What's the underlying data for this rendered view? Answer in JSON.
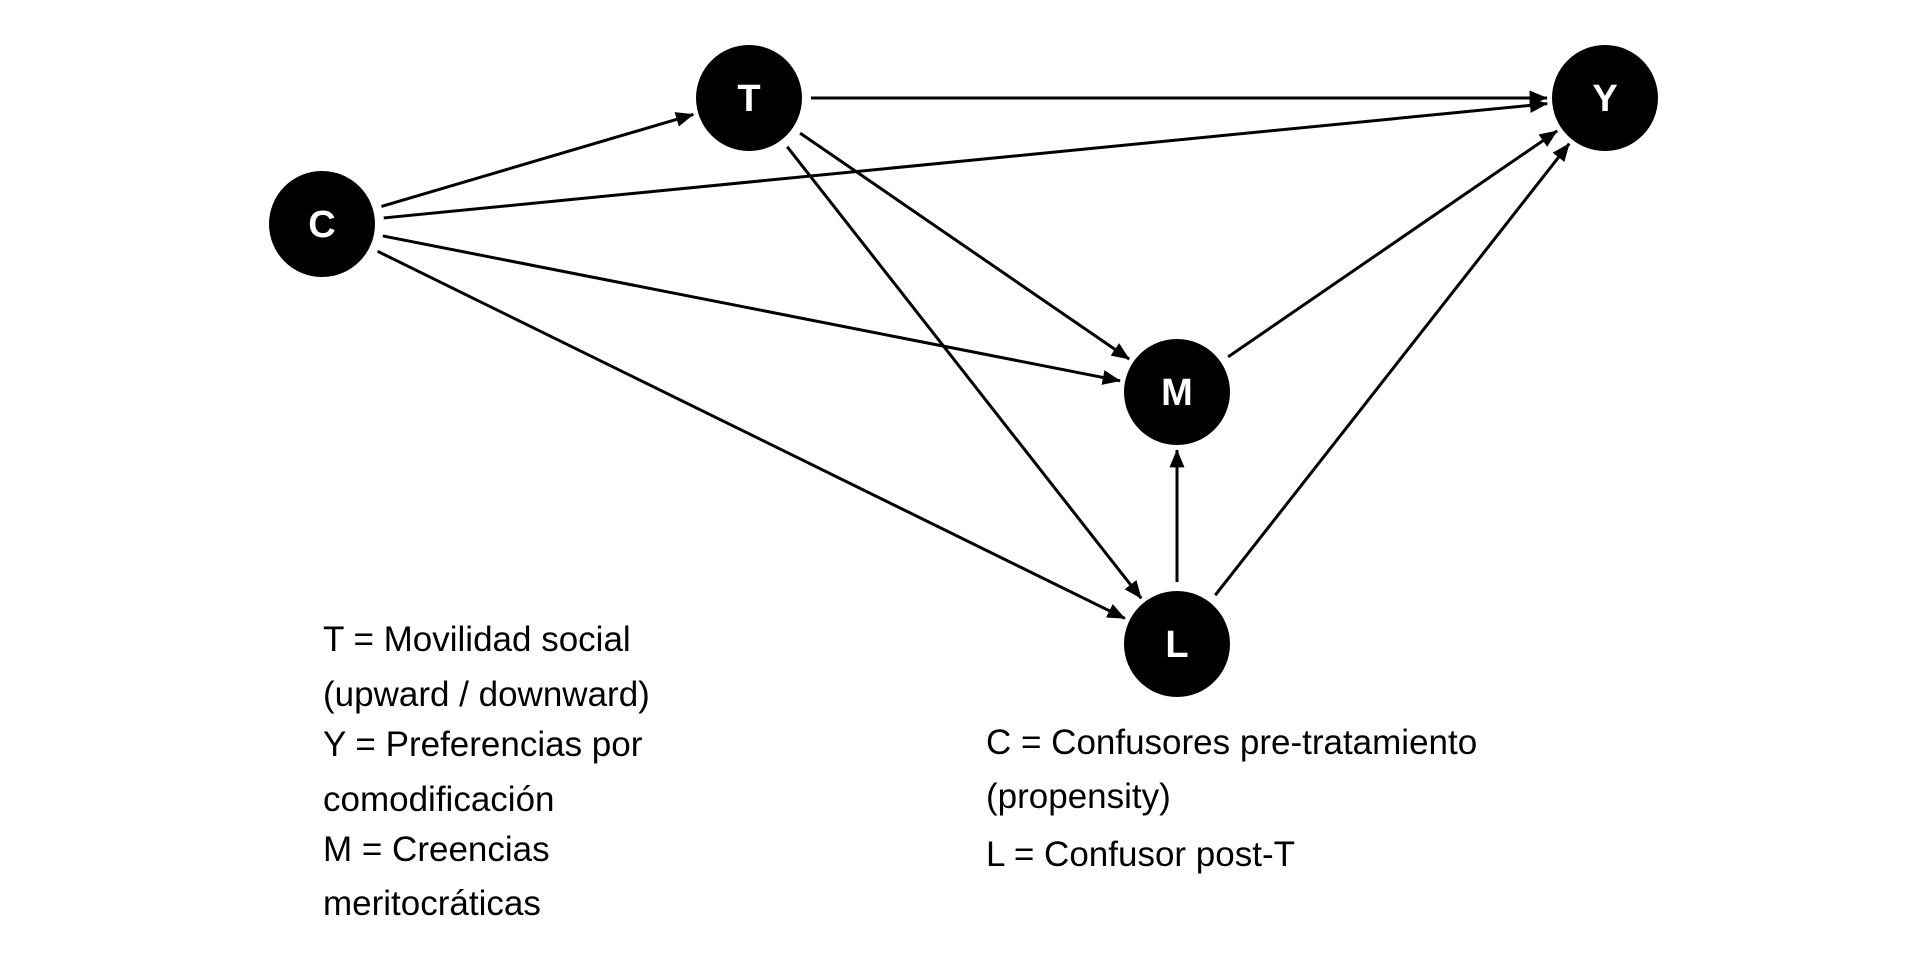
{
  "colors": {
    "node_fill": "#000000",
    "node_text": "#ffffff",
    "edge": "#000000",
    "text": "#000000",
    "background": "#ffffff"
  },
  "nodes": [
    {
      "id": "C",
      "label": "C"
    },
    {
      "id": "T",
      "label": "T"
    },
    {
      "id": "Y",
      "label": "Y"
    },
    {
      "id": "M",
      "label": "M"
    },
    {
      "id": "L",
      "label": "L"
    }
  ],
  "edges": [
    {
      "from": "C",
      "to": "T"
    },
    {
      "from": "C",
      "to": "Y"
    },
    {
      "from": "C",
      "to": "M"
    },
    {
      "from": "C",
      "to": "L"
    },
    {
      "from": "T",
      "to": "Y"
    },
    {
      "from": "T",
      "to": "M"
    },
    {
      "from": "T",
      "to": "L"
    },
    {
      "from": "L",
      "to": "M"
    },
    {
      "from": "M",
      "to": "Y"
    },
    {
      "from": "L",
      "to": "Y"
    }
  ],
  "legend_left": {
    "lines": [
      "T = Movilidad social",
      "(upward / downward)",
      "Y = Preferencias por",
      "comodificación",
      "M = Creencias",
      "meritocráticas"
    ]
  },
  "legend_right": {
    "lines": [
      "C = Confusores pre-tratamiento",
      "(propensity)",
      "L = Confusor post-T"
    ]
  }
}
